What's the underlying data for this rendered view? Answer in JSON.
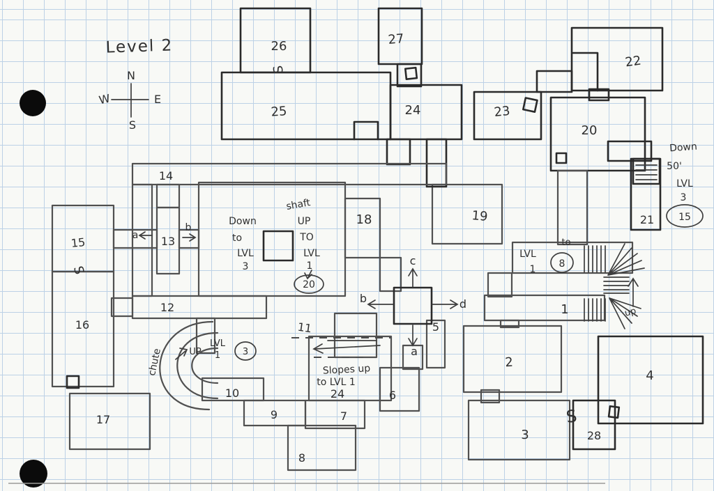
{
  "title": "Level 2",
  "compass": {
    "n": "N",
    "e": "E",
    "s": "S",
    "w": "W"
  },
  "rooms": {
    "1": "1",
    "2": "2",
    "3": "3",
    "4": "4",
    "5": "5",
    "6": "6",
    "7": "7",
    "8": "8",
    "9": "9",
    "10": "10",
    "11": "11",
    "12": "12",
    "13": "13",
    "14": "14",
    "15": "15",
    "16": "16",
    "17": "17",
    "18": "18",
    "19": "19",
    "20": "20",
    "21": "21",
    "22": "22",
    "23": "23",
    "24": "24",
    "25": "25",
    "26": "26",
    "27": "27",
    "28": "28"
  },
  "letters": {
    "a": "a",
    "b": "b",
    "c": "c",
    "d": "d"
  },
  "symbols": {
    "secret_door": "S"
  },
  "annotations": {
    "down50": {
      "lines": [
        "Down",
        "50'",
        "LVL",
        "3"
      ],
      "circled": "15"
    },
    "shaft": {
      "title": "shaft",
      "down": [
        "Down",
        "to",
        "LVL",
        "3"
      ],
      "up": [
        "UP",
        "TO",
        "LVL",
        "1"
      ],
      "circled": "20"
    },
    "right_stair": {
      "to": "to",
      "lvl": "LVL",
      "one": "1",
      "circled": "8",
      "up": "up"
    },
    "chute": {
      "label": "chute",
      "up": "UP",
      "lvl": "LVL",
      "one": "1",
      "circled": "3"
    },
    "slopes": {
      "lines": [
        "Slopes up",
        "to LVL 1",
        "24"
      ]
    }
  },
  "colors": {
    "pencil": "#505050",
    "ink": "#2a2a2a",
    "grid": "#bcd1e6",
    "paper": "#f8f9f6"
  }
}
